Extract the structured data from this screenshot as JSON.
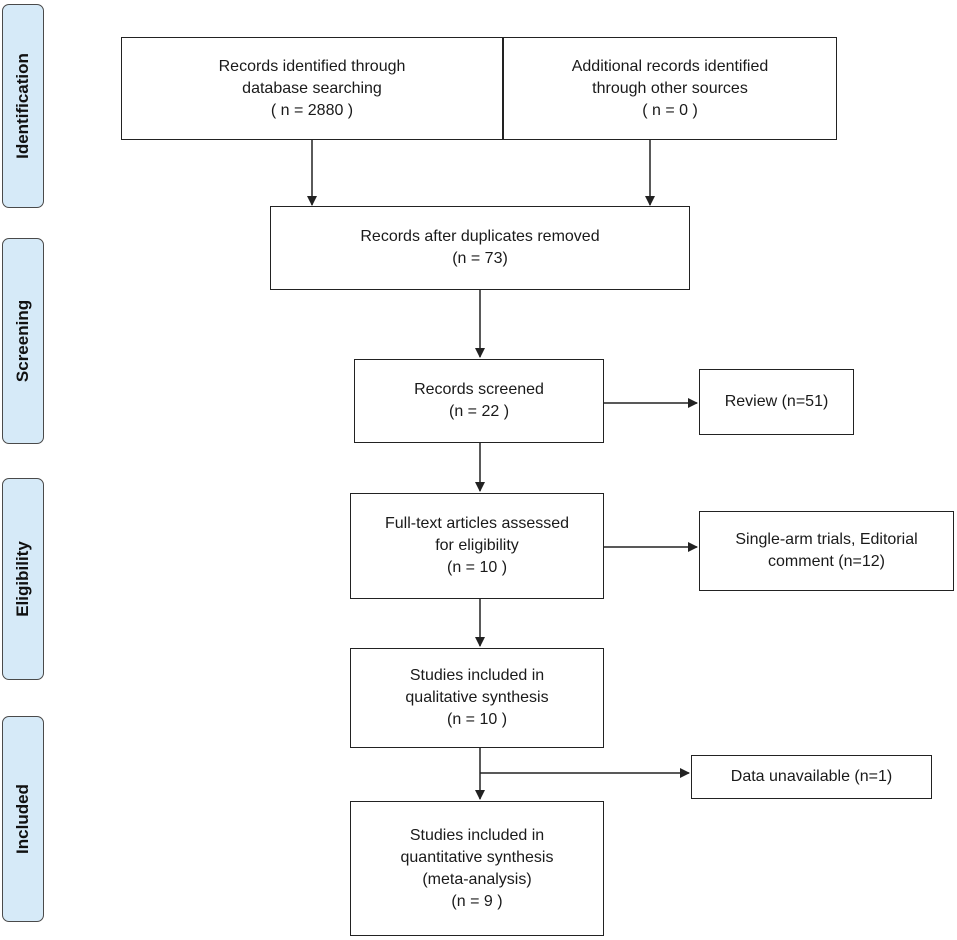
{
  "phases": {
    "identification": "Identification",
    "screening": "Screening",
    "eligibility": "Eligibility",
    "included": "Included"
  },
  "boxes": {
    "database": {
      "line1": "Records identified through",
      "line2": "database searching",
      "line3": "( n = 2880 )"
    },
    "other": {
      "line1": "Additional records identified",
      "line2": "through other sources",
      "line3": "( n = 0 )"
    },
    "duplicates": {
      "line1": "Records after duplicates removed",
      "line2": "(n = 73)"
    },
    "screened": {
      "line1": "Records screened",
      "line2": "(n =  22 )"
    },
    "review": {
      "line1": "Review (n=51)"
    },
    "fulltext": {
      "line1": "Full-text articles assessed",
      "line2": "for eligibility",
      "line3": "(n = 10 )"
    },
    "excluded_fulltext": {
      "line1": "Single-arm trials, Editorial",
      "line2": "comment (n=12)"
    },
    "qualitative": {
      "line1": "Studies included in",
      "line2": "qualitative synthesis",
      "line3": "(n = 10 )"
    },
    "data_unavailable": {
      "line1": "Data unavailable (n=1)"
    },
    "quantitative": {
      "line1": "Studies included in",
      "line2": "quantitative synthesis",
      "line3": "(meta-analysis)",
      "line4": "(n = 9 )"
    }
  }
}
